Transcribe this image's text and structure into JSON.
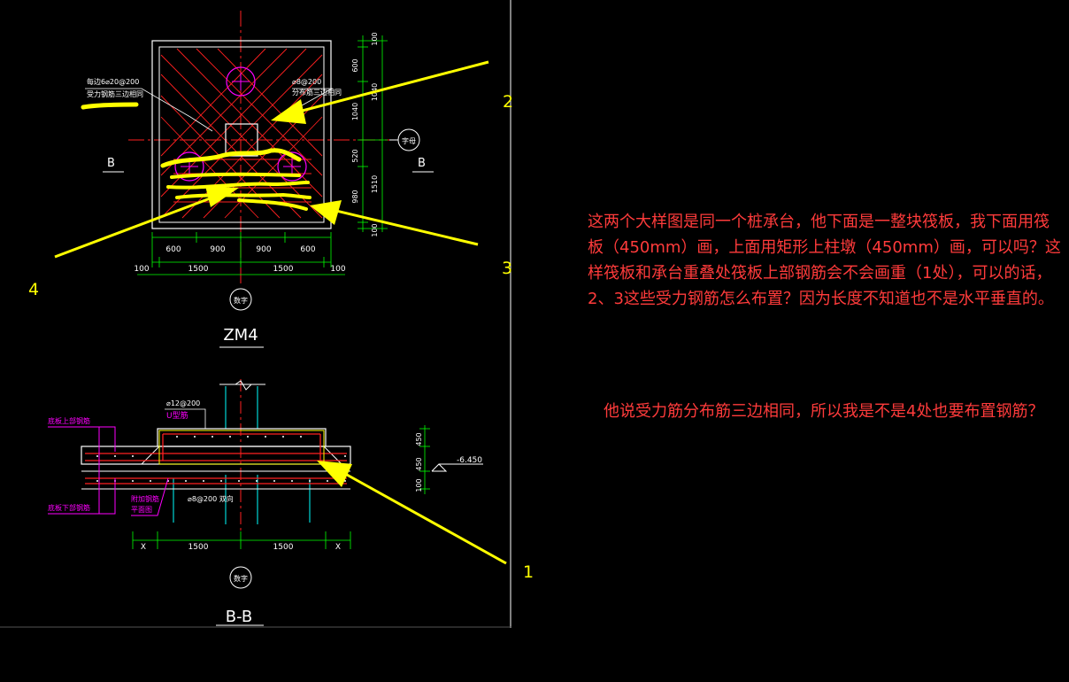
{
  "drawing": {
    "plan": {
      "title": "ZM4",
      "section_mark_left": "B",
      "section_mark_right": "B",
      "axis_bubble_right": "字母",
      "axis_bubble_bottom": "数字",
      "label_rebar_left_1": "每边6⌀20@200",
      "label_rebar_left_2": "受力钢筋三边相同",
      "label_rebar_right_1": "⌀8@200",
      "label_rebar_right_2": "分布筋三边相同",
      "dims_bottom_row1": [
        "600",
        "900",
        "900",
        "600"
      ],
      "dims_bottom_row2": [
        "100",
        "1500",
        "1500",
        "100"
      ],
      "dims_right": [
        "100",
        "600",
        "1040",
        "1040",
        "520",
        "1510",
        "980",
        "100"
      ]
    },
    "section": {
      "title": "B-B",
      "label_top_bar": "⌀12@200",
      "label_u_bar": "U型筋",
      "label_top_slab": "底板上部钢筋",
      "label_bottom_slab": "底板下部钢筋",
      "label_extra_1": "附加钢筋",
      "label_extra_2": "⌀8@200 双向",
      "label_extra_3": "平面图",
      "elevation": "-6.450",
      "dims_right": [
        "450",
        "450",
        "100"
      ],
      "dims_bottom": [
        "X",
        "1500",
        "1500",
        "X"
      ],
      "axis_bubble_bottom": "数字"
    }
  },
  "callouts": {
    "c1": "1",
    "c2": "2",
    "c3": "3",
    "c4": "4"
  },
  "notes": {
    "paragraph_1": "这两个大样图是同一个桩承台，他下面是一整块筏板，我下面用筏板（450mm）画，上面用矩形上柱墩（450mm）画，可以吗？这样筏板和承台重叠处筏板上部钢筋会不会画重（1处），可以的话，2、3这些受力钢筋怎么布置？因为长度不知道也不是水平垂直的。",
    "paragraph_2": "他说受力筋分布筋三边相同，所以我是不是4处也要布置钢筋？"
  },
  "colors": {
    "background": "#000000",
    "outline": "#ffffff",
    "rebar": "#ff2020",
    "dimension": "#00ff00",
    "pile": "#ff00ff",
    "column": "#00ffff",
    "annotation": "#ffff00",
    "question_text": "#ff3b3b"
  }
}
